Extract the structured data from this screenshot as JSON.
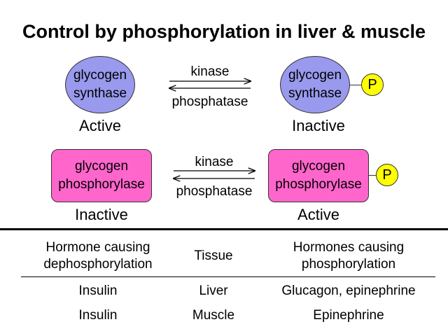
{
  "title": "Control by phosphorylation in liver & muscle",
  "synthase_row": {
    "left_enzyme": [
      "glycogen",
      "synthase"
    ],
    "left_state": "Active",
    "right_enzyme": [
      "glycogen",
      "synthase"
    ],
    "right_state": "Inactive",
    "forward_label": "kinase",
    "reverse_label": "phosphatase",
    "phosphate": "P"
  },
  "phosphorylase_row": {
    "left_enzyme": [
      "glycogen",
      "phosphorylase"
    ],
    "left_state": "Inactive",
    "right_enzyme": [
      "glycogen",
      "phosphorylase"
    ],
    "right_state": "Active",
    "forward_label": "kinase",
    "reverse_label": "phosphatase",
    "phosphate": "P"
  },
  "table": {
    "headers": [
      [
        "Hormone causing",
        "dephosphorylation"
      ],
      [
        "Tissue"
      ],
      [
        "Hormones causing",
        "phosphorylation"
      ]
    ],
    "rows": [
      [
        "Insulin",
        "Liver",
        "Glucagon, epinephrine"
      ],
      [
        "Insulin",
        "Muscle",
        "Epinephrine"
      ]
    ]
  },
  "colors": {
    "synthase_fill": "#9999ee",
    "phosphorylase_fill": "#ff66cc",
    "phosphate_fill": "#ffff00"
  }
}
